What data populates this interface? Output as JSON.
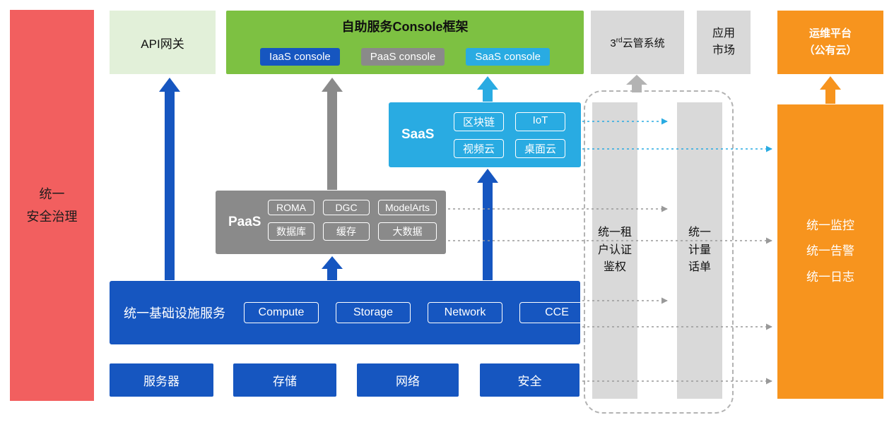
{
  "palette": {
    "red": "#F25F5F",
    "light_green": "#E2F0D9",
    "green": "#7DC142",
    "blue": "#1656C0",
    "gray_dark": "#8A8A8A",
    "gray_light": "#D9D9D9",
    "cyan": "#29ABE2",
    "orange": "#F7941E"
  },
  "security_bar": {
    "label": "统一\n安全治理"
  },
  "api_gateway": {
    "label": "API网关"
  },
  "console_frame": {
    "title": "自助服务Console框架",
    "iaas_console": "IaaS console",
    "paas_console": "PaaS console",
    "saas_console": "SaaS console"
  },
  "third_cloud": {
    "num": "3",
    "sup": "rd",
    "rest": "云管系统"
  },
  "app_market": {
    "label": "应用\n市场"
  },
  "om_platform": {
    "label": "运维平台\n（公有云）"
  },
  "saas": {
    "label": "SaaS",
    "items": [
      "区块链",
      "IoT",
      "视频云",
      "桌面云"
    ]
  },
  "paas": {
    "label": "PaaS",
    "items": [
      "ROMA",
      "DGC",
      "ModelArts",
      "数据库",
      "缓存",
      "大数据"
    ]
  },
  "iaas": {
    "label": "统一基础设施服务",
    "items": [
      "Compute",
      "Storage",
      "Network",
      "CCE"
    ]
  },
  "resources": {
    "items": [
      "服务器",
      "存储",
      "网络",
      "安全"
    ]
  },
  "auth_column": {
    "label": "统一租\n户认证\n鉴权"
  },
  "metering_column": {
    "label": "统一\n计量\n话单"
  },
  "om_column": {
    "label": "统一监控\n统一告警\n统一日志"
  }
}
